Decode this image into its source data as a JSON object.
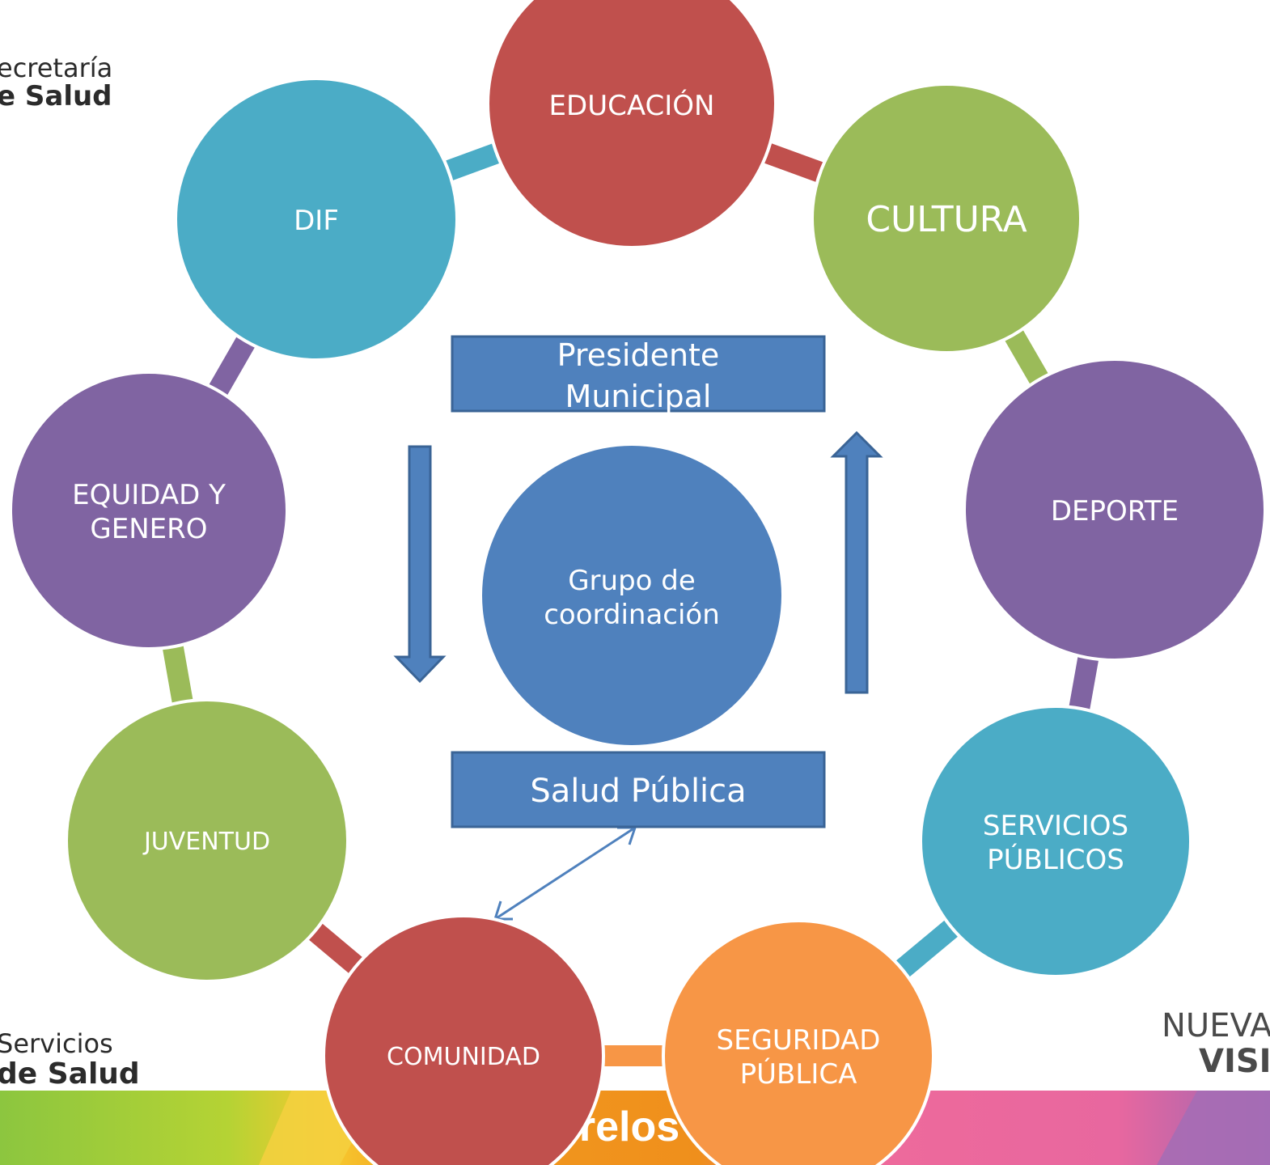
{
  "logos": {
    "secretaria_line1": "ecretaría",
    "secretaria_line2": "e Salud",
    "servicios_line1": "Servicios",
    "servicios_line2": "de Salud",
    "nueva_line1": "NUEVA",
    "nueva_line2": "VISI",
    "morelos": "relos"
  },
  "center": {
    "title_line1": "Grupo de",
    "title_line2": "coordinación"
  },
  "boxes": {
    "presidente_line1": "Presidente",
    "presidente_line2": "Municipal",
    "salud_publica": "Salud Pública"
  },
  "nodes": [
    {
      "id": "educacion",
      "lines": [
        "EDUCACIÓN"
      ],
      "color": "#c0504d"
    },
    {
      "id": "cultura",
      "lines": [
        "CULTURA"
      ],
      "color": "#9bbb59"
    },
    {
      "id": "deporte",
      "lines": [
        "DEPORTE"
      ],
      "color": "#8064a2"
    },
    {
      "id": "servicios",
      "lines": [
        "SERVICIOS",
        "PÚBLICOS"
      ],
      "color": "#4bacc6"
    },
    {
      "id": "seguridad",
      "lines": [
        "SEGURIDAD",
        "PÚBLICA"
      ],
      "color": "#f79646"
    },
    {
      "id": "comunidad",
      "lines": [
        "COMUNIDAD"
      ],
      "color": "#c0504d"
    },
    {
      "id": "juventud",
      "lines": [
        "JUVENTUD"
      ],
      "color": "#9bbb59"
    },
    {
      "id": "equidad",
      "lines": [
        "EQUIDAD Y",
        "GENERO"
      ],
      "color": "#8064a2"
    },
    {
      "id": "dif",
      "lines": [
        "DIF"
      ],
      "color": "#4bacc6"
    }
  ],
  "colors": {
    "accent_blue": "#4f81bd",
    "box_border": "#3a6496"
  }
}
